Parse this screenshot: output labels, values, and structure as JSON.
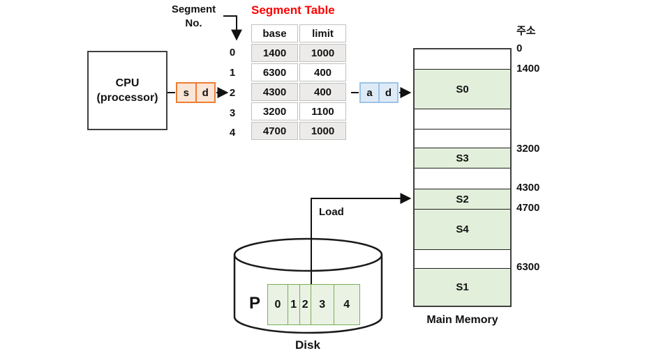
{
  "segment_no": {
    "line1": "Segment",
    "line2": "No."
  },
  "cpu": {
    "line1": "CPU",
    "line2": "(processor)"
  },
  "logical_address": {
    "s": "s",
    "d": "d"
  },
  "physical_address": {
    "a": "a",
    "d": "d"
  },
  "segment_table": {
    "title": "Segment Table",
    "columns": {
      "base": "base",
      "limit": "limit"
    },
    "row_indices": [
      "0",
      "1",
      "2",
      "3",
      "4"
    ],
    "rows": [
      {
        "base": "1400",
        "limit": "1000"
      },
      {
        "base": "6300",
        "limit": "400"
      },
      {
        "base": "4300",
        "limit": "400"
      },
      {
        "base": "3200",
        "limit": "1100"
      },
      {
        "base": "4700",
        "limit": "1000"
      }
    ]
  },
  "memory": {
    "label": "Main Memory",
    "address_header": "주소",
    "addresses": [
      "0",
      "1400",
      "3200",
      "4300",
      "4700",
      "6300"
    ],
    "segments": {
      "s0": "S0",
      "s3": "S3",
      "s2": "S2",
      "s4": "S4",
      "s1": "S1"
    }
  },
  "disk": {
    "label": "Disk",
    "process": "P",
    "load": "Load",
    "cells": [
      "0",
      "1",
      "2",
      "3",
      "4"
    ]
  },
  "colors": {
    "title_red": "#FF0000",
    "orange_border": "#ED7D31",
    "orange_fill": "#FBE5D6",
    "blue_border": "#9DC3E6",
    "blue_fill": "#DEEBF7",
    "green_fill": "#E2EFDA",
    "disk_cell_fill": "#EAF2E3",
    "green_border": "#79AD58",
    "table_band": "#ECEBE9",
    "table_border": "#BFBFBF"
  }
}
